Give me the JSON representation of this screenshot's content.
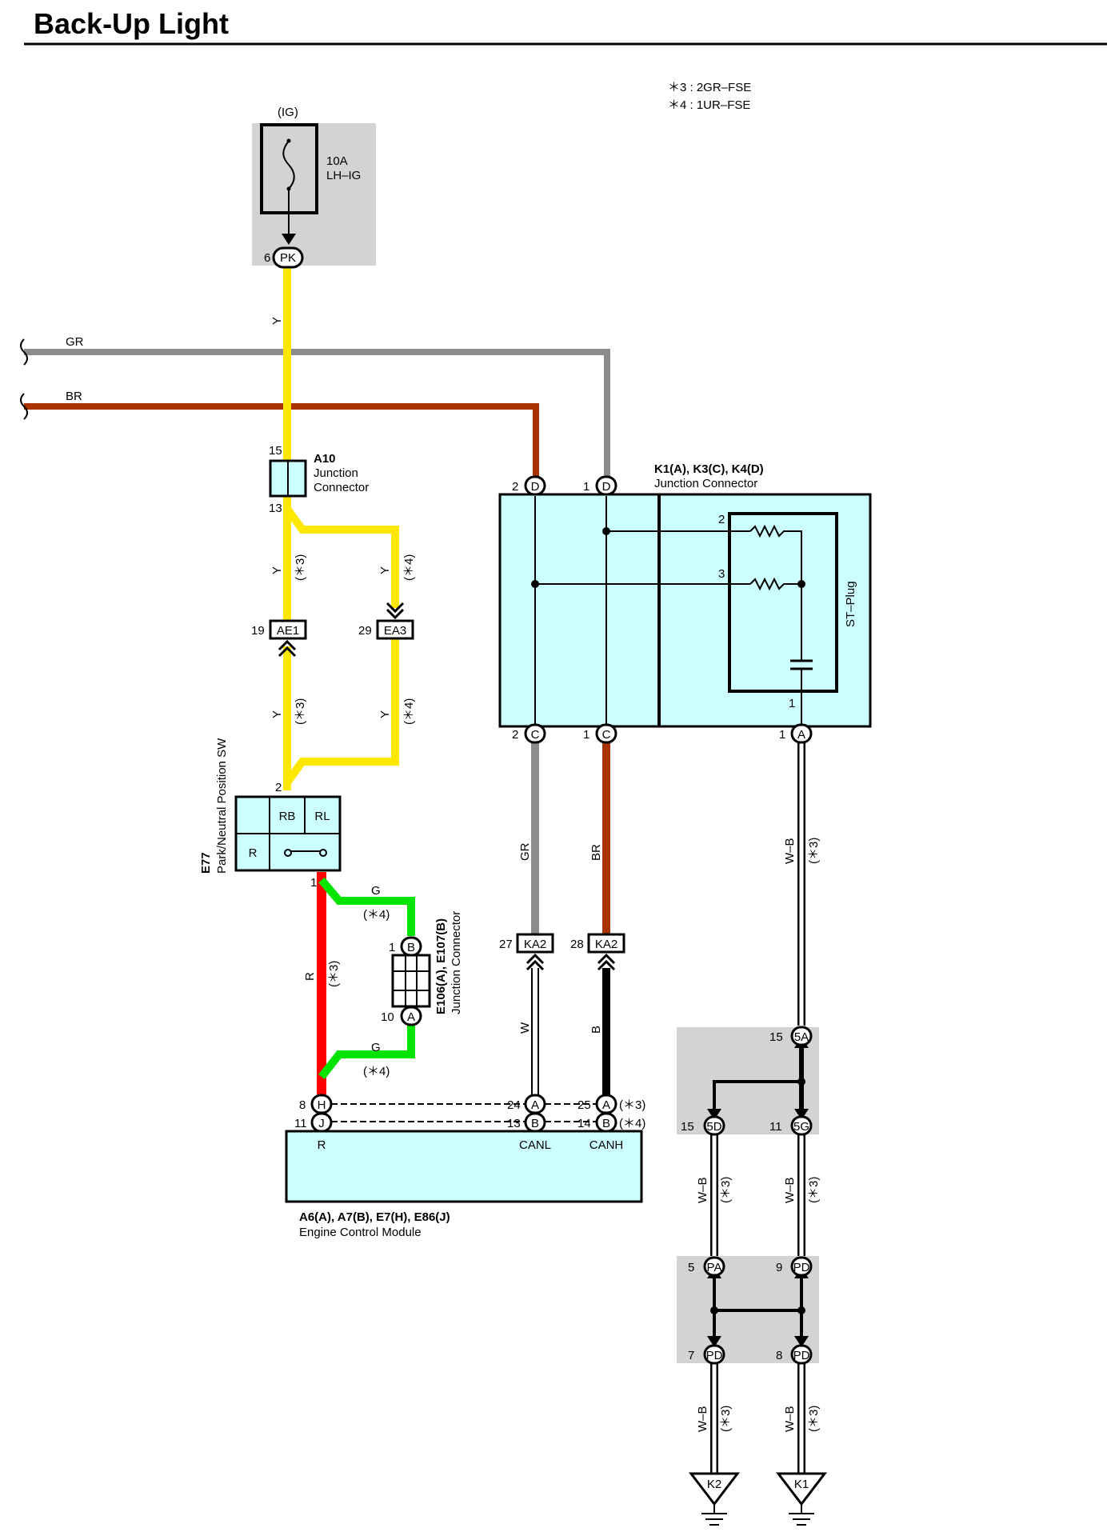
{
  "title": "Back-Up Light",
  "notes": [
    "＊3 : 2GR–FSE",
    "＊4 : 1UR–FSE"
  ],
  "fuse": {
    "supply": "(IG)",
    "rating": "10A",
    "name": "LH–IG",
    "pin": "6",
    "connector": "PK"
  },
  "wire_colors": {
    "y": "#FFE800",
    "gr": "#8C8C8C",
    "br": "#A83200",
    "r": "#FF0000",
    "g": "#00E400",
    "b": "#000000",
    "box_fill": "#CCFFFF",
    "shade": "#D3D3D3"
  },
  "wire_labels": {
    "y": "Y",
    "gr": "GR",
    "br": "BR",
    "r": "R",
    "g": "G",
    "w": "W",
    "b": "B",
    "wb": "W–B",
    "n3": "(＊3)",
    "n4": "(＊4)"
  },
  "jc_a10": {
    "code": "A10",
    "line1": "Junction",
    "line2": "Connector",
    "pin_top": "15",
    "pin_bottom": "13"
  },
  "ae1": {
    "pin": "19",
    "name": "AE1"
  },
  "ea3": {
    "pin": "29",
    "name": "EA3"
  },
  "jc_k": {
    "codes": "K1(A), K3(C), K4(D)",
    "name": "Junction Connector",
    "plug": "ST–Plug",
    "pin_d2": "2",
    "pin_d1": "1",
    "pin_c2": "2",
    "pin_c1": "1",
    "pin_a1": "1",
    "conn_d": "D",
    "conn_c": "C",
    "conn_a": "A",
    "res1": "2",
    "res2": "3",
    "cap": "1"
  },
  "e77": {
    "code": "E77",
    "name": "Park/Neutral Position SW",
    "rb": "RB",
    "rl": "RL",
    "r": "R",
    "pin_top": "2",
    "pin_bottom": "1"
  },
  "e106": {
    "code": "E106(A), E107(B)",
    "name": "Junction Connector",
    "pin_b": "1",
    "conn_b": "B",
    "pin_a": "10",
    "conn_a": "A"
  },
  "ka2_l": {
    "pin": "27",
    "name": "KA2"
  },
  "ka2_r": {
    "pin": "28",
    "name": "KA2"
  },
  "ecm": {
    "codes": "A6(A), A7(B), E7(H), E86(J)",
    "name": "Engine Control Module",
    "pin_h": "8",
    "conn_h": "H",
    "pin_j": "11",
    "conn_j": "J",
    "pin_24": "24",
    "pin_13": "13",
    "pin_25": "25",
    "pin_14": "14",
    "conn_a": "A",
    "conn_b": "B",
    "r": "R",
    "canl": "CANL",
    "canh": "CANH",
    "n3": "(＊3)",
    "n4": "(＊4)"
  },
  "splice1": {
    "top_pin": "15",
    "top": "5A",
    "bl_pin": "15",
    "bl": "5D",
    "br_pin": "11",
    "br": "5G"
  },
  "splice2": {
    "tl_pin": "5",
    "tl": "PA",
    "tr_pin": "9",
    "tr": "PD",
    "bl_pin": "7",
    "bl": "PD",
    "br_pin": "8",
    "br": "PD"
  },
  "grounds": {
    "left": "K2",
    "right": "K1"
  }
}
